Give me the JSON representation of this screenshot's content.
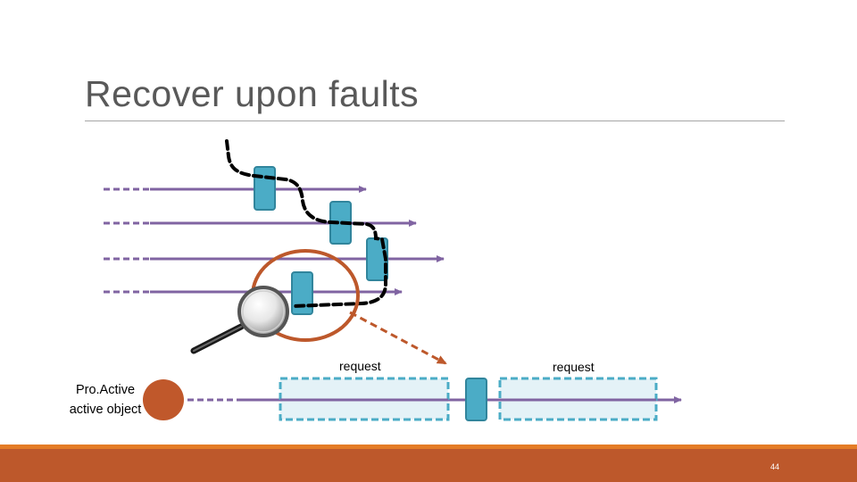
{
  "slide": {
    "title": "Recover upon faults",
    "page_number": "44"
  },
  "labels": {
    "request_left": "request",
    "request_right": "request",
    "proactive_line1": "Pro.Active",
    "proactive_line2": "active object"
  },
  "colors": {
    "title_text": "#595959",
    "thread_line": "#8064a2",
    "request_box_fill": "#4bacc6",
    "request_box_border": "#31859c",
    "highlight_circle": "#bd582b",
    "active_object": "#c0582b",
    "queue_border": "#4bacc6",
    "queue_fill": "#dbeef4",
    "footer_accent": "#e47c26",
    "footer_bar": "#bd582b"
  },
  "icons": {
    "magnifier": "magnifying-glass-icon"
  }
}
